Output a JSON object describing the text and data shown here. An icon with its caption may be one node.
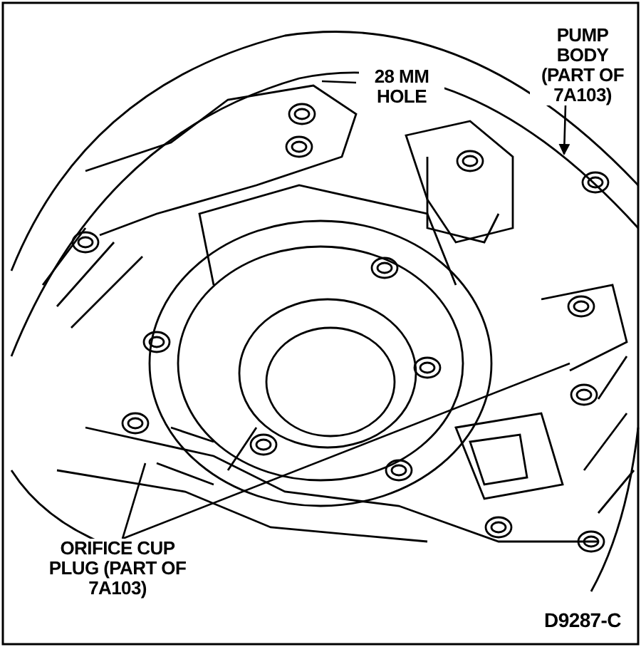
{
  "diagram": {
    "nodes": [
      {
        "text": [
          "28 MM HOLE"
        ]
      },
      {
        "text": [
          "PUMP BODY (PART OF 7A103)"
        ]
      },
      {
        "text": [
          "ORIFICE CUP PLUG (PART OF 7A103)"
        ]
      }
    ],
    "edges": [
      {
        "from": 0,
        "to": null,
        "arrow": "none"
      },
      {
        "from": 1,
        "to": null,
        "arrow": "to"
      },
      {
        "from": 2,
        "to": null,
        "arrow": "none"
      },
      {
        "from": 2,
        "to": null,
        "arrow": "none"
      }
    ],
    "labels": [
      "D9287-C"
    ]
  }
}
